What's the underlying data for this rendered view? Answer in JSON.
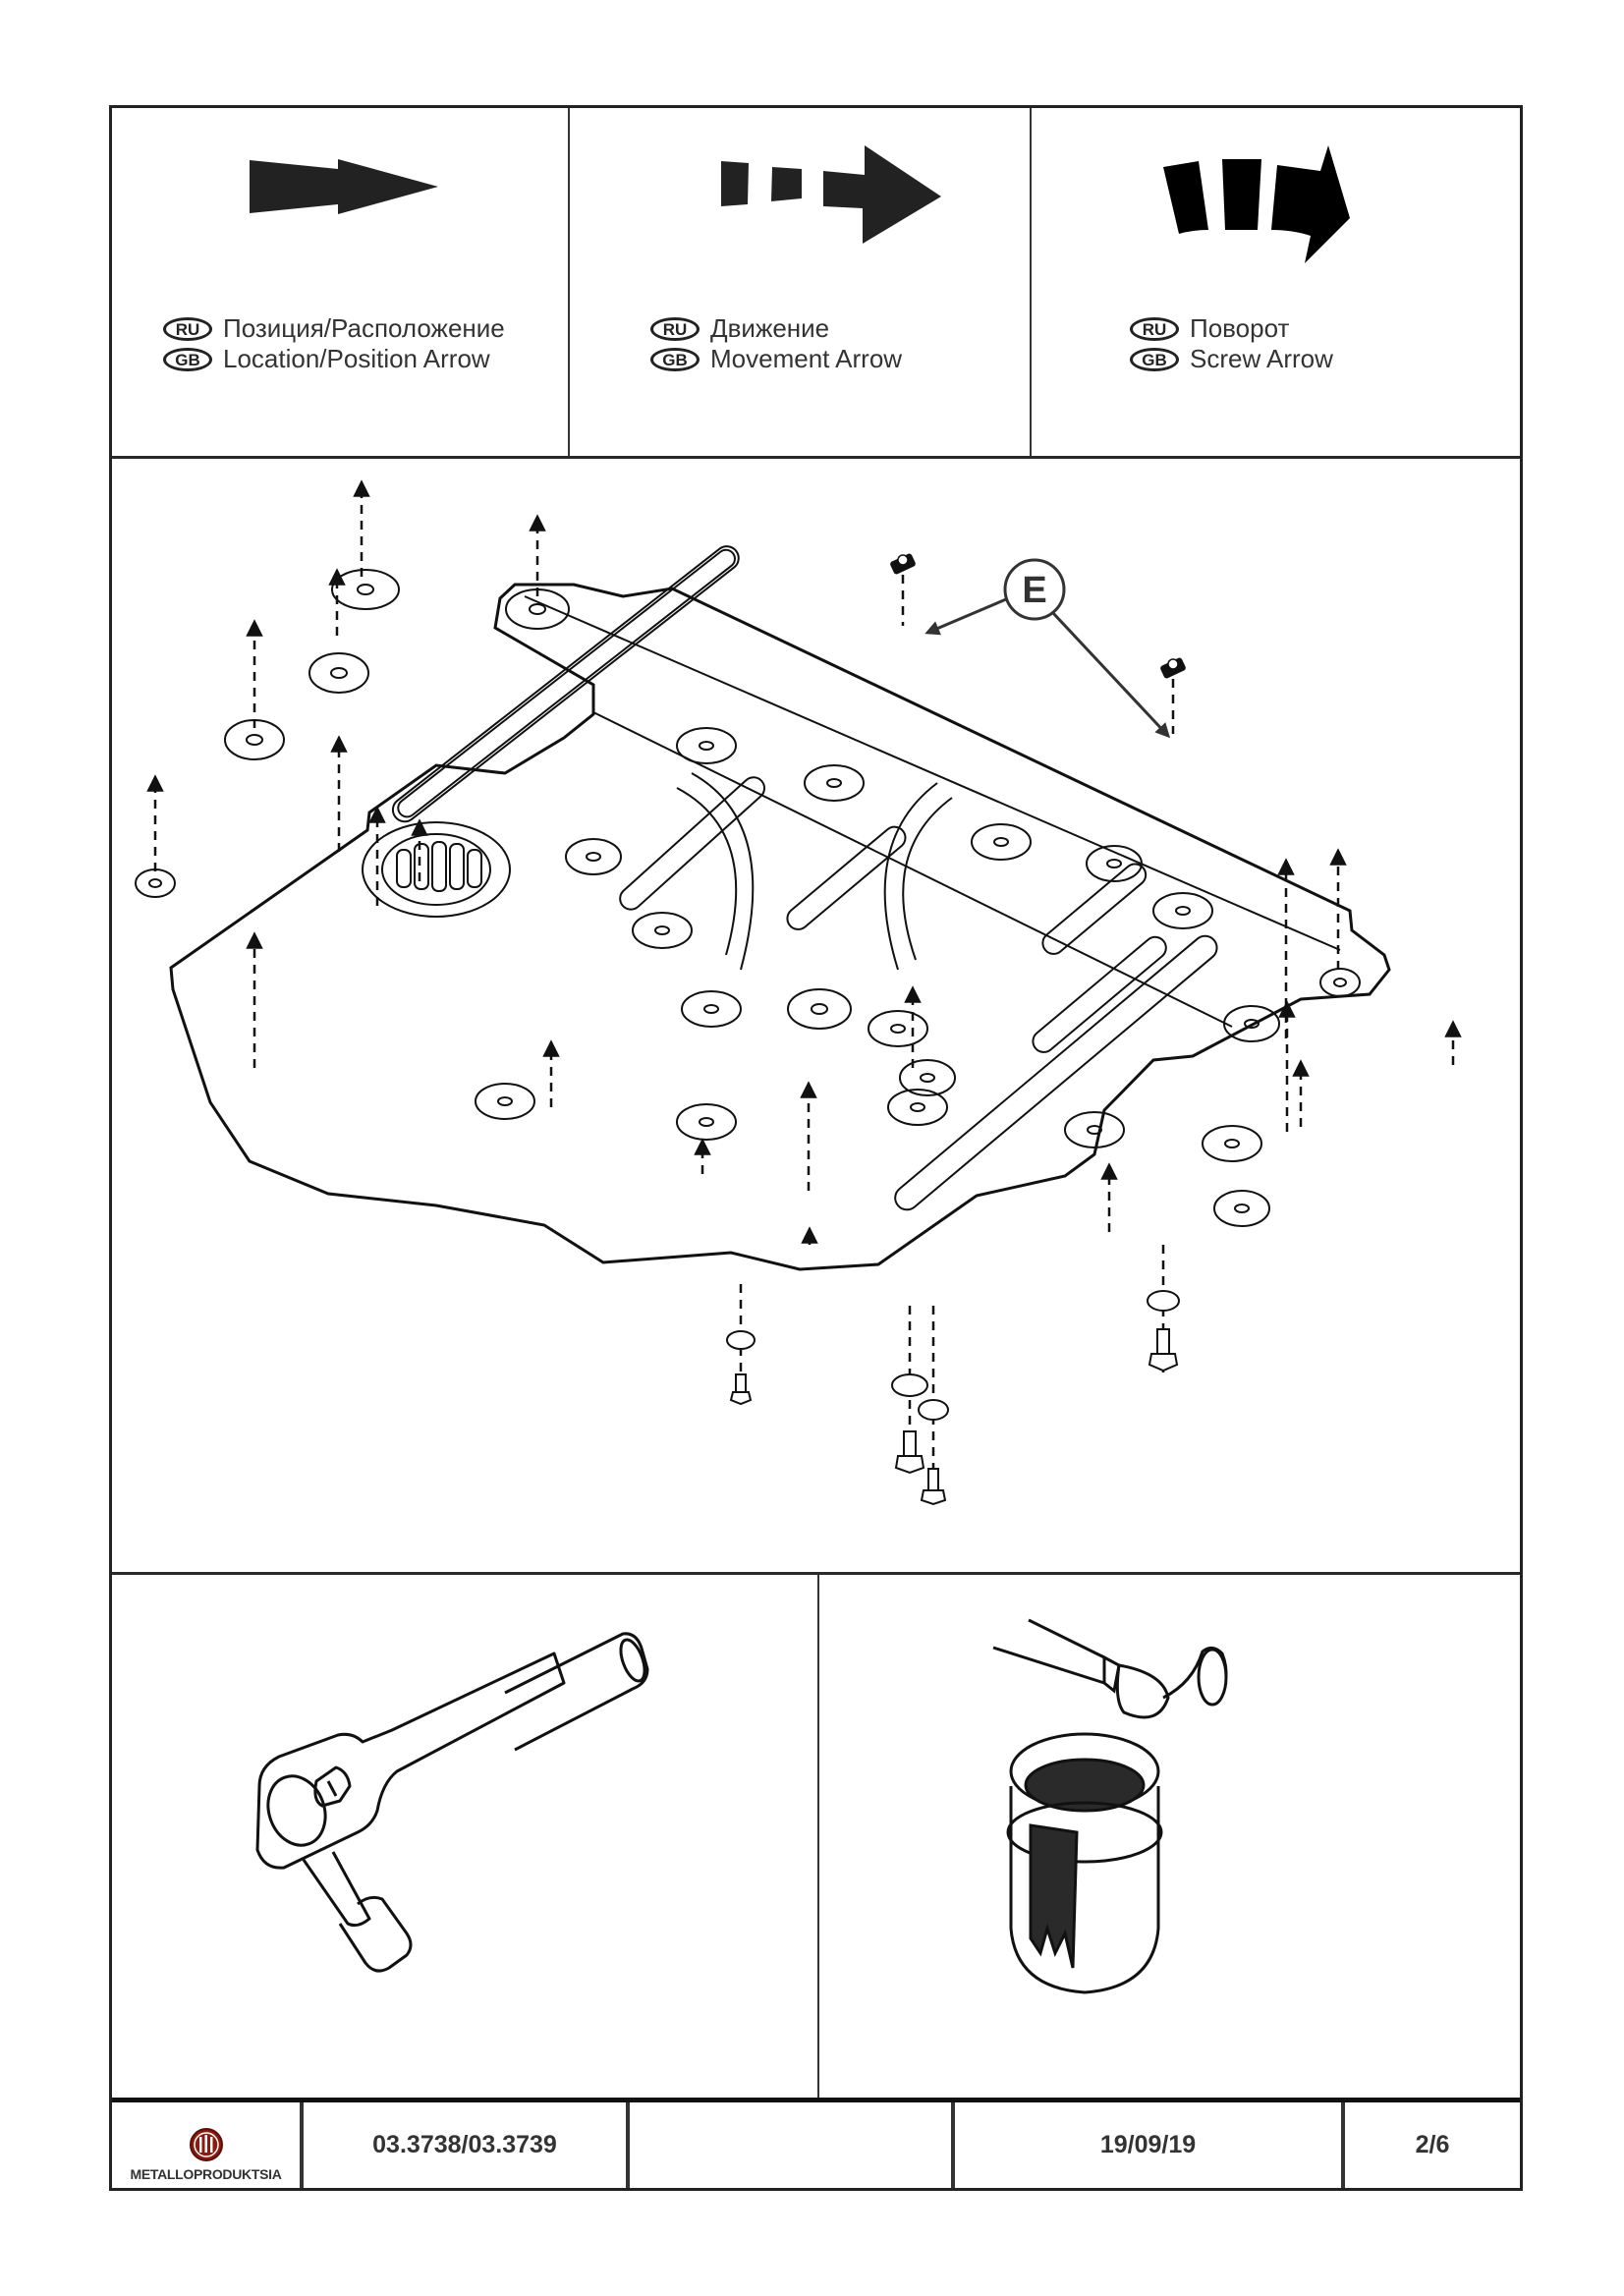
{
  "legend": [
    {
      "icon": "location-arrow-icon",
      "ru_badge": "RU",
      "gb_badge": "GB",
      "ru_label": "Позиция/Расположение",
      "gb_label": "Location/Position Arrow"
    },
    {
      "icon": "movement-arrow-icon",
      "ru_badge": "RU",
      "gb_badge": "GB",
      "ru_label": "Движение",
      "gb_label": "Movement Arrow"
    },
    {
      "icon": "screw-arrow-icon",
      "ru_badge": "RU",
      "gb_badge": "GB",
      "ru_label": "Поворот",
      "gb_label": "Screw Arrow"
    }
  ],
  "diagram": {
    "subject": "skid plate assembly exploded view",
    "callout_label": "E",
    "fastener_icons": [
      "clip-nut-icon",
      "washer-icon",
      "bolt-icon"
    ]
  },
  "tools": [
    {
      "icon": "ratchet-wrench-icon",
      "description": "ratchet wrench with socket"
    },
    {
      "icon": "paint-can-brush-icon",
      "description": "paint brush and paint can"
    }
  ],
  "footer": {
    "brand": "METALLOPRODUKTSIA",
    "brand_color": "#8b1a0f",
    "part_number": "03.3738/03.3739",
    "blank_cell": "",
    "date": "19/09/19",
    "page": "2/6"
  }
}
